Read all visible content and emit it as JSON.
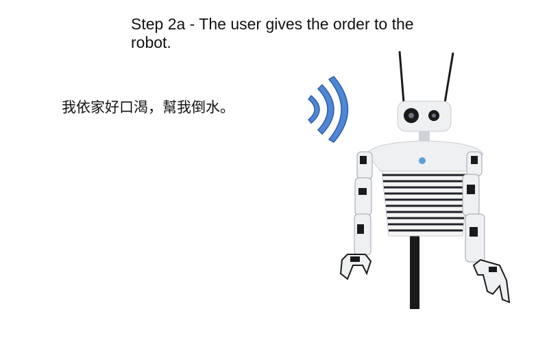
{
  "slide": {
    "title": "Step 2a - The user gives the order to the robot.",
    "speech_text": "我依家好口渴，幫我倒水。"
  },
  "colors": {
    "wave_fill": "#4f86d6",
    "wave_stroke": "#2f5fa8",
    "robot_body": "#eef0f2",
    "robot_stripes": "#1f2128",
    "robot_dark": "#1a1a1a"
  },
  "icons": {
    "signal": "wireless-signal-icon",
    "robot": "humanoid-robot-illustration"
  }
}
